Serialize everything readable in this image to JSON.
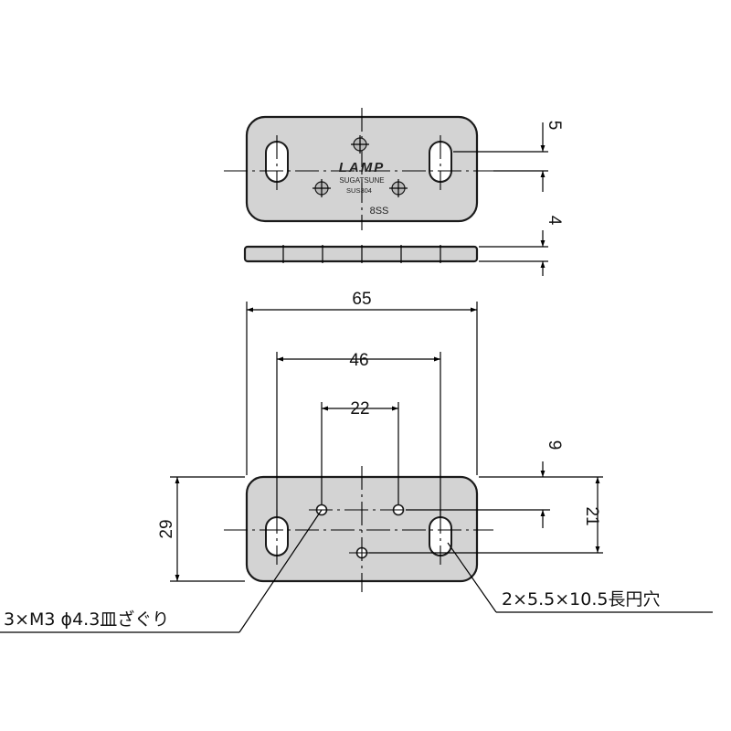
{
  "marking": {
    "brand": "LAMP",
    "maker": "SUGATSUNE",
    "material": "SUS304",
    "model": "8SS"
  },
  "dimensions": {
    "slot_offset": "5",
    "thickness": "4",
    "overall_width": "65",
    "slot_pitch": "46",
    "hole_pitch": "22",
    "hole_top_offset": "9",
    "height": "29",
    "slot_center_height": "21"
  },
  "callouts": {
    "countersink_holes": "3×M3 ϕ4.3皿ざぐり",
    "oblong_slots": "2×5.5×10.5長円穴"
  }
}
